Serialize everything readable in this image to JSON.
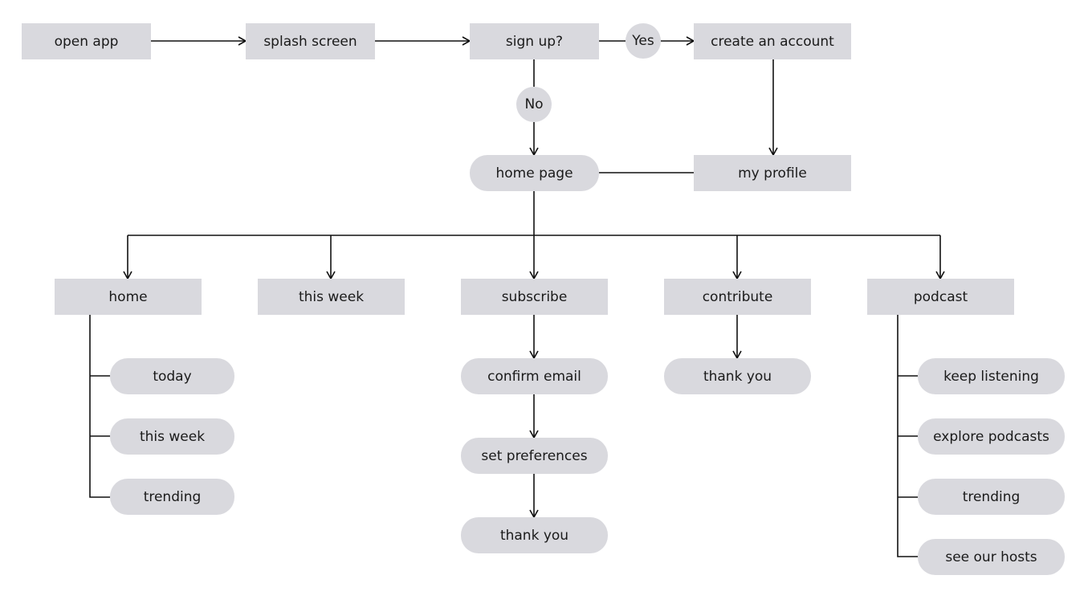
{
  "colors": {
    "node_fill": "#d9d9de",
    "line": "#111111",
    "background": "#ffffff"
  },
  "top_row": {
    "open_app": "open app",
    "splash_screen": "splash screen",
    "sign_up": "sign up?",
    "yes": "Yes",
    "create_account": "create an account",
    "no": "No",
    "home_page": "home page",
    "my_profile": "my profile"
  },
  "sections": {
    "home": {
      "label": "home",
      "children": [
        "today",
        "this week",
        "trending"
      ]
    },
    "this_week": {
      "label": "this week"
    },
    "subscribe": {
      "label": "subscribe",
      "steps": [
        "confirm email",
        "set preferences",
        "thank you"
      ]
    },
    "contribute": {
      "label": "contribute",
      "steps": [
        "thank you"
      ]
    },
    "podcast": {
      "label": "podcast",
      "children": [
        "keep listening",
        "explore podcasts",
        "trending",
        "see our hosts"
      ]
    }
  }
}
